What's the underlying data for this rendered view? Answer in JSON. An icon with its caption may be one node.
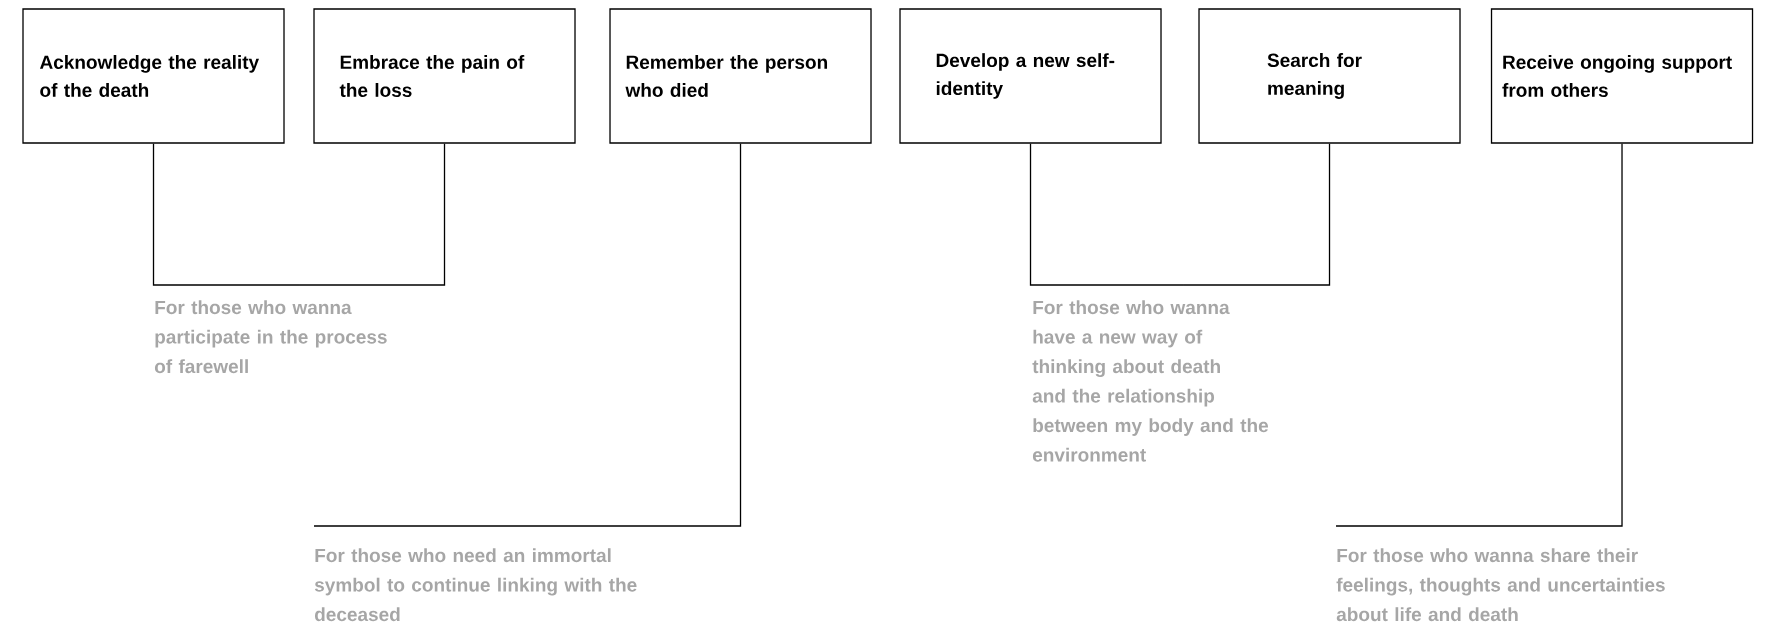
{
  "diagram": {
    "nodes": [
      {
        "text": [
          "Acknowledge the reality of the death"
        ]
      },
      {
        "text": [
          "Embrace the pain of the loss"
        ]
      },
      {
        "text": [
          "Remember the person who died"
        ]
      },
      {
        "text": [
          "Develop a new self-identity"
        ]
      },
      {
        "text": [
          "Search for meaning"
        ]
      },
      {
        "text": [
          "Receive ongoing support from others"
        ]
      },
      {
        "text": [
          "For those who wanna participate in the process of farewell"
        ]
      },
      {
        "text": [
          "For those who wanna have a new way of thinking about death and the relationship between my body and the environment"
        ]
      },
      {
        "text": [
          "For those who need an immortal symbol to continue linking with the deceased"
        ]
      },
      {
        "text": [
          "For those who wanna share their feelings, thoughts and uncertainties about life and death"
        ]
      }
    ],
    "edges": [
      {
        "from": 0,
        "to": 6,
        "arrow": "none"
      },
      {
        "from": 1,
        "to": 6,
        "arrow": "none"
      },
      {
        "from": 2,
        "to": 8,
        "arrow": "none"
      },
      {
        "from": 3,
        "to": 7,
        "arrow": "none"
      },
      {
        "from": 4,
        "to": 7,
        "arrow": "none"
      },
      {
        "from": 5,
        "to": 9,
        "arrow": "none"
      }
    ]
  }
}
